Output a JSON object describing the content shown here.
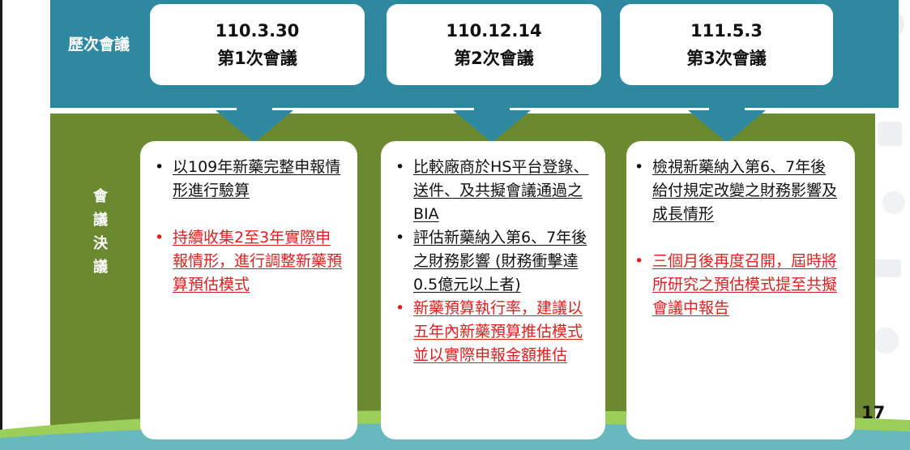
{
  "header": {
    "row_label": "歷次會議"
  },
  "meetings": [
    {
      "date": "110.3.30",
      "title": "第1次會議"
    },
    {
      "date": "110.12.14",
      "title": "第2次會議"
    },
    {
      "date": "111.5.3",
      "title": "第3次會議"
    }
  ],
  "decision_label": [
    "會",
    "議",
    "決",
    "議"
  ],
  "cards": [
    {
      "items": [
        {
          "text": "以109年新藥完整申報情形進行驗算",
          "color": "black"
        },
        {
          "text": "持續收集2至3年實際申報情形，進行調整新藥預算預估模式",
          "color": "red"
        }
      ]
    },
    {
      "items": [
        {
          "text": "比較廠商於HS平台登錄、送件、及共擬會議通過之BIA",
          "color": "black"
        },
        {
          "text": "評估新藥納入第6、7年後之財務影響 (財務衝擊達0.5億元以上者)",
          "color": "black"
        },
        {
          "text": "新藥預算執行率，建議以五年內新藥預算推估模式並以實際申報金額推估",
          "color": "red"
        }
      ]
    },
    {
      "items": [
        {
          "text": "檢視新藥納入第6、7年後給付規定改變之財務影響及成長情形",
          "color": "black"
        },
        {
          "text": "三個月後再度召開，屆時將所研究之預估模式提至共擬會議中報告",
          "color": "red"
        }
      ]
    }
  ],
  "page_number": "17",
  "colors": {
    "header_band": "#2e89a0",
    "body_band": "#6b8a30",
    "highlight_text": "#e02020"
  }
}
